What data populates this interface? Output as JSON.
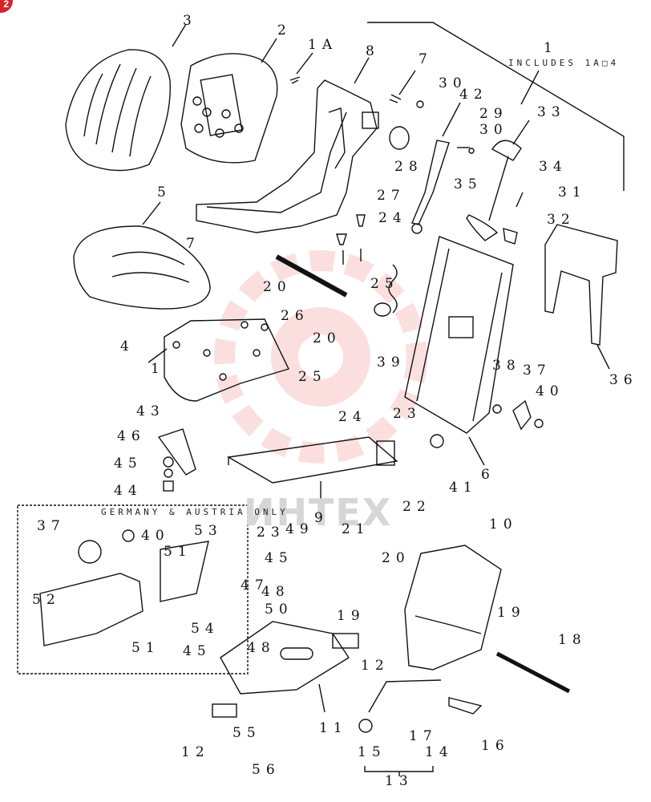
{
  "page": {
    "badge_number": "2"
  },
  "watermark": {
    "text": "ИНТЕХ",
    "color": "#f4a6a6"
  },
  "notes": {
    "includes": "INCLUDES 1A□4",
    "region": "GERMANY & AUSTRIA ONLY"
  },
  "callouts": {
    "c1": "1",
    "c1a": "1A",
    "c1b": "1",
    "c2": "2",
    "c3": "3",
    "c4": "4",
    "c5": "5",
    "c6": "6",
    "c7a": "7",
    "c7b": "7",
    "c8": "8",
    "c9": "9",
    "c10": "10",
    "c11": "11",
    "c12a": "12",
    "c12b": "12",
    "c13": "13",
    "c14": "14",
    "c15": "15",
    "c16": "16",
    "c17": "17",
    "c18": "18",
    "c19a": "19",
    "c19b": "19",
    "c20a": "20",
    "c20b": "20",
    "c20c": "20",
    "c21": "21",
    "c22": "22",
    "c23a": "23",
    "c23b": "23",
    "c24a": "24",
    "c24b": "24",
    "c25a": "25",
    "c25b": "25",
    "c26": "26",
    "c27": "27",
    "c28": "28",
    "c29": "29",
    "c30a": "30",
    "c30b": "30",
    "c31": "31",
    "c32": "32",
    "c33": "33",
    "c34": "34",
    "c35": "35",
    "c36": "36",
    "c37a": "37",
    "c37b": "37",
    "c38": "38",
    "c39": "39",
    "c40a": "40",
    "c40b": "40",
    "c41": "41",
    "c42": "42",
    "c43": "43",
    "c44": "44",
    "c45a": "45",
    "c45b": "45",
    "c45c": "45",
    "c46": "46",
    "c47": "47",
    "c48a": "48",
    "c48b": "48",
    "c49": "49",
    "c50": "50",
    "c51a": "51",
    "c51b": "51",
    "c52": "52",
    "c53": "53",
    "c54": "54",
    "c55": "55",
    "c56": "56"
  }
}
